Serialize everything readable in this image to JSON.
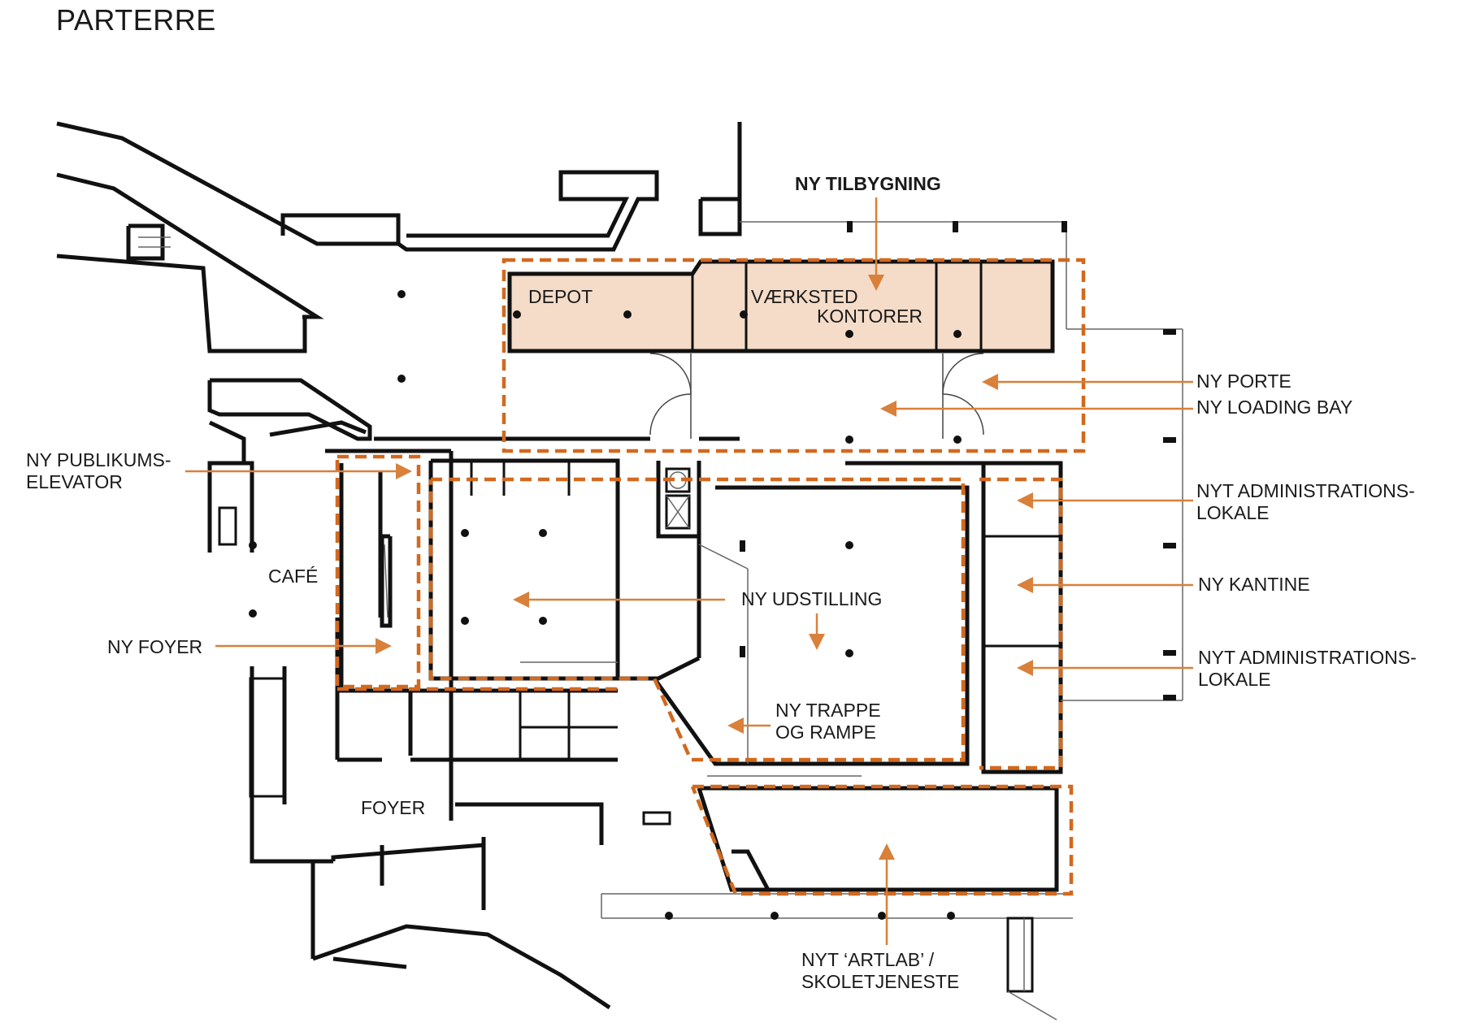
{
  "title": "PARTERRE",
  "labels": {
    "ny_tilbygning": "NY TILBYGNING",
    "depot": "DEPOT",
    "vaerksted": "VÆRKSTED",
    "kontorer": "KONTORER",
    "ny_porte": "NY PORTE",
    "ny_loading_bay": "NY LOADING BAY",
    "ny_publikums_1": "NY PUBLIKUMS-",
    "ny_publikums_2": "ELEVATOR",
    "cafe": "CAFÉ",
    "ny_foyer": "NY FOYER",
    "ny_udstilling": "NY UDSTILLING",
    "nyt_admin_1a": "NYT ADMINISTRATIONS-",
    "nyt_admin_1b": "LOKALE",
    "ny_kantine": "NY KANTINE",
    "nyt_admin_2a": "NYT ADMINISTRATIONS-",
    "nyt_admin_2b": "LOKALE",
    "ny_trappe_1": "NY TRAPPE",
    "ny_trappe_2": "OG RAMPE",
    "foyer": "FOYER",
    "artlab_1": "NYT ‘ARTLAB’ /",
    "artlab_2": "SKOLETJENESTE"
  },
  "colors": {
    "highlight_fill": "#f5dcc8",
    "dashed_outline": "#d2691e",
    "arrow": "#d9803a",
    "wall": "#111111"
  }
}
